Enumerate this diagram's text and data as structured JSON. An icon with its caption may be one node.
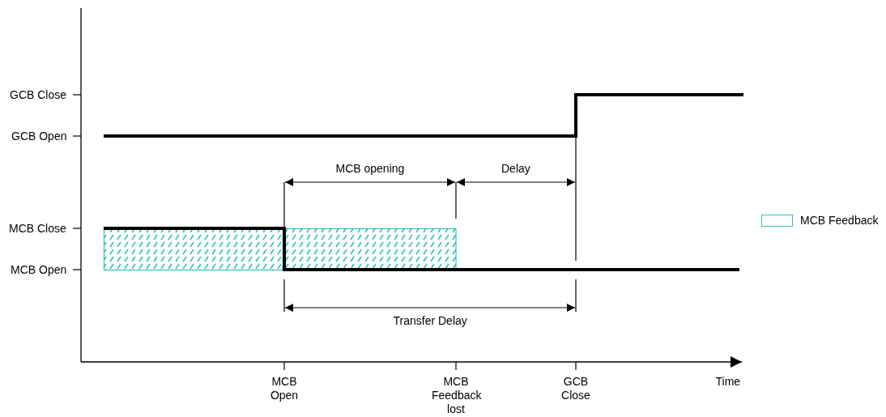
{
  "diagram": {
    "labels": [
      "GCB Close",
      "GCB Open",
      "MCB opening",
      "Delay",
      "MCB Close",
      "MCB Open",
      "Transfer Delay",
      "MCB Open",
      "MCB Feedback lost",
      "GCB Close",
      "Time"
    ],
    "legend": [
      {
        "text": "MCB Feedback",
        "color": "#2ec4b6"
      }
    ]
  }
}
